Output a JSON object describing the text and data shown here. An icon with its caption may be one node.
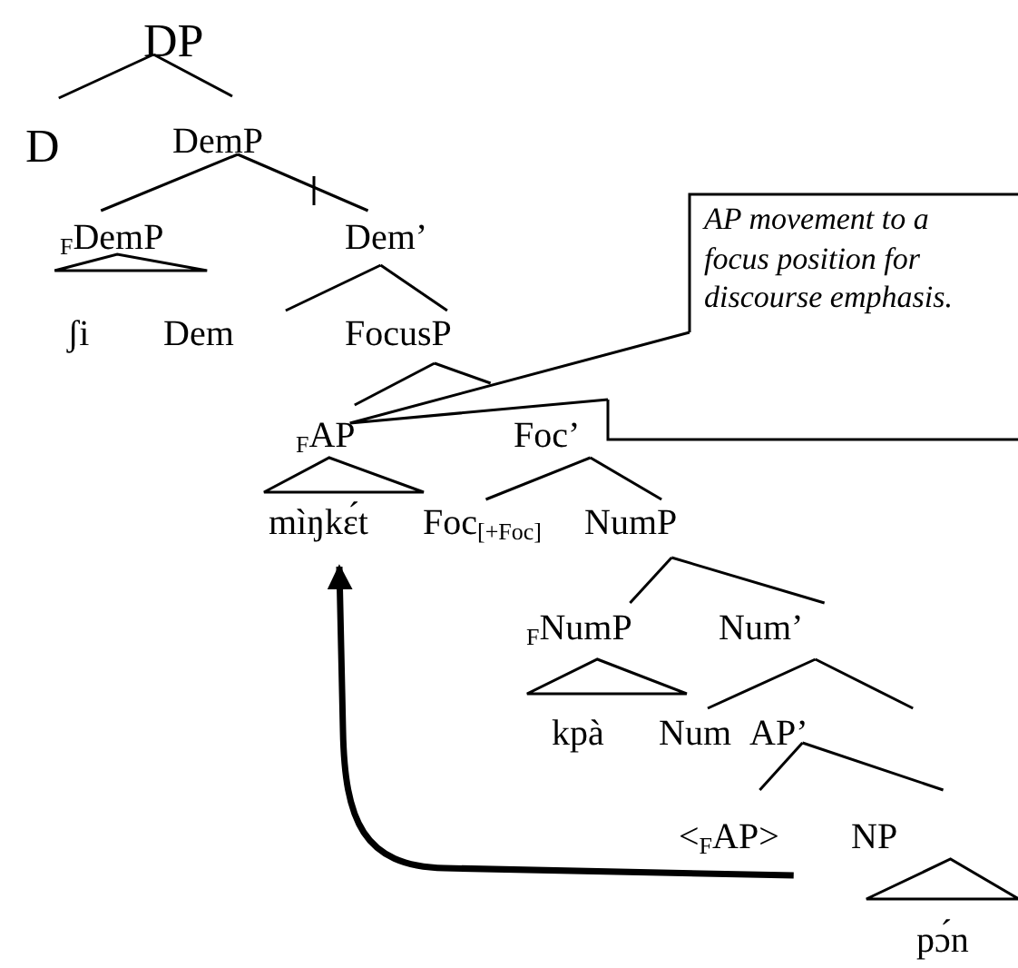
{
  "diagram": {
    "nodes": [
      {
        "text": [
          "DP"
        ]
      },
      {
        "text": [
          "D"
        ]
      },
      {
        "text": [
          "DemP"
        ]
      },
      {
        "text": [
          "$_{F}$DemP"
        ]
      },
      {
        "text": [
          "Dem’"
        ]
      },
      {
        "text": [
          "ʃi"
        ]
      },
      {
        "text": [
          "Dem"
        ]
      },
      {
        "text": [
          "FocusP"
        ]
      },
      {
        "text": [
          "$_{F}$AP"
        ]
      },
      {
        "text": [
          "Foc’"
        ]
      },
      {
        "text": [
          "mìŋkɛ́t"
        ]
      },
      {
        "text": [
          "Foc$_{[+Foc]}$"
        ]
      },
      {
        "text": [
          "NumP"
        ]
      },
      {
        "text": [
          "$_{F}$NumP"
        ]
      },
      {
        "text": [
          "Num’"
        ]
      },
      {
        "text": [
          "kpà"
        ]
      },
      {
        "text": [
          "Num"
        ]
      },
      {
        "text": [
          "AP’"
        ]
      },
      {
        "text": [
          "<$_{F}$AP>"
        ]
      },
      {
        "text": [
          "NP"
        ]
      },
      {
        "text": [
          "pɔ́n"
        ]
      },
      {
        "text": [
          "AP movement to a focus position for discourse emphasis."
        ]
      }
    ],
    "edges": [
      {
        "from": 0,
        "to": 1,
        "arrow": "none"
      },
      {
        "from": 0,
        "to": 2,
        "arrow": "none"
      },
      {
        "from": 2,
        "to": 3,
        "arrow": "none"
      },
      {
        "from": 2,
        "to": 4,
        "arrow": "none"
      },
      {
        "from": 3,
        "to": 5,
        "arrow": "none"
      },
      {
        "from": 4,
        "to": 6,
        "arrow": "none"
      },
      {
        "from": 4,
        "to": 7,
        "arrow": "none"
      },
      {
        "from": 7,
        "to": 8,
        "arrow": "none"
      },
      {
        "from": 7,
        "to": 9,
        "arrow": "none"
      },
      {
        "from": 8,
        "to": 10,
        "arrow": "none"
      },
      {
        "from": 9,
        "to": 11,
        "arrow": "none"
      },
      {
        "from": 9,
        "to": 12,
        "arrow": "none"
      },
      {
        "from": 12,
        "to": 13,
        "arrow": "none"
      },
      {
        "from": 12,
        "to": 14,
        "arrow": "none"
      },
      {
        "from": 13,
        "to": 15,
        "arrow": "none"
      },
      {
        "from": 14,
        "to": 16,
        "arrow": "none"
      },
      {
        "from": 14,
        "to": 17,
        "arrow": "none"
      },
      {
        "from": 17,
        "to": 18,
        "arrow": "none"
      },
      {
        "from": 17,
        "to": 19,
        "arrow": "none"
      },
      {
        "from": 19,
        "to": 20,
        "arrow": "none"
      },
      {
        "from": 21,
        "to": 8,
        "arrow": "none"
      },
      {
        "from": 18,
        "to": 10,
        "arrow": "to",
        "style": "thick"
      }
    ]
  }
}
